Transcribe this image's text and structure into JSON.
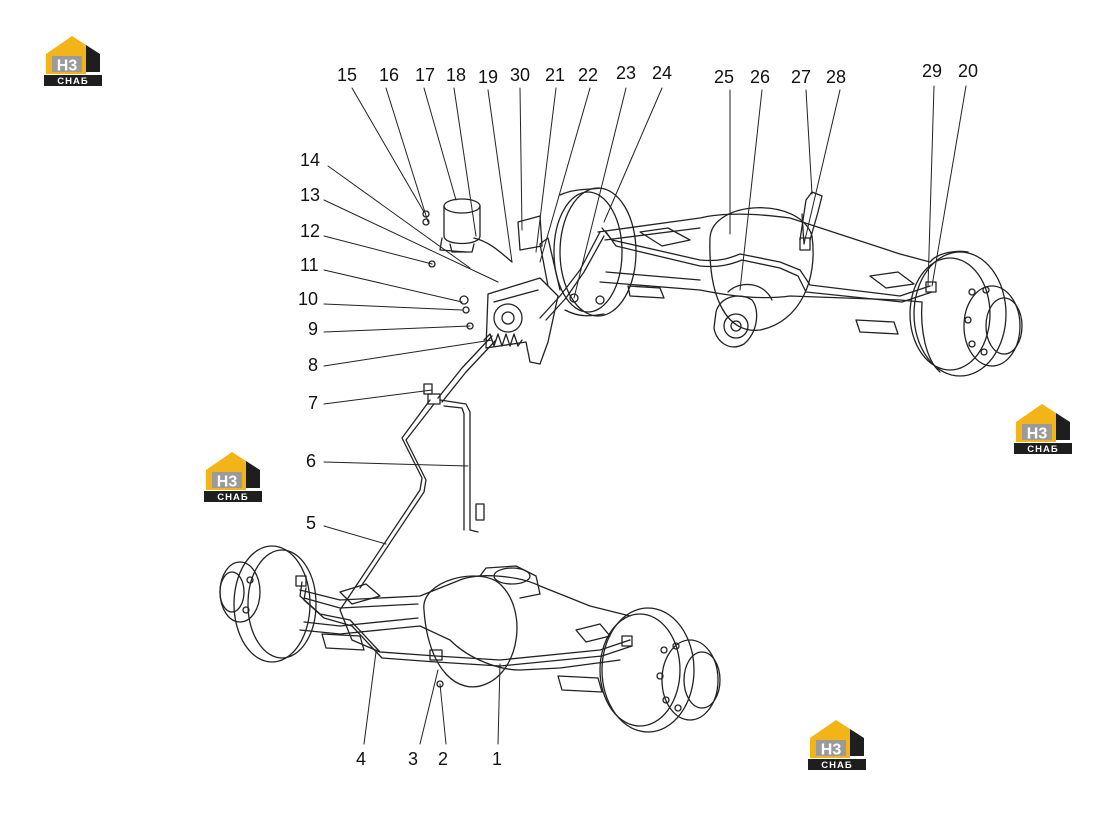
{
  "brand": {
    "mark": "H3",
    "word": "СНАБ",
    "colors": {
      "roof": "#f2b416",
      "dark": "#1e1e1e",
      "gray": "#9a9a9a",
      "text": "#ffffff"
    }
  },
  "diagram": {
    "line_color": "#222222",
    "callouts": [
      "1",
      "2",
      "3",
      "4",
      "5",
      "6",
      "7",
      "8",
      "9",
      "10",
      "11",
      "12",
      "13",
      "14",
      "15",
      "16",
      "17",
      "18",
      "19",
      "20",
      "21",
      "22",
      "23",
      "24",
      "25",
      "26",
      "27",
      "28",
      "29",
      "30"
    ]
  }
}
